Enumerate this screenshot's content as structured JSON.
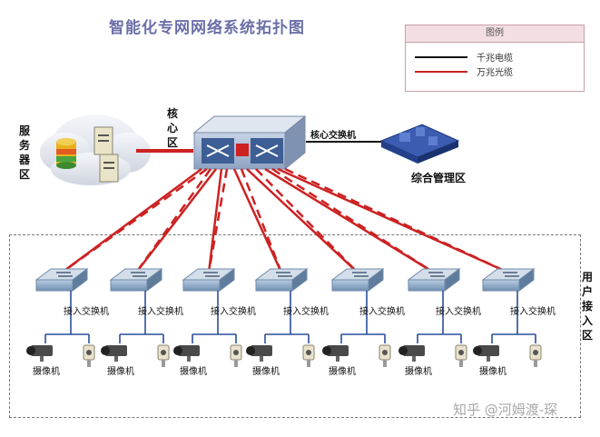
{
  "title": "智能化专网网络系统拓扑图",
  "legend": {
    "title": "图例",
    "items": [
      {
        "label": "千兆电缆",
        "color": "#111111"
      },
      {
        "label": "万兆光缆",
        "color": "#cc2222"
      }
    ]
  },
  "labels": {
    "server_zone": "服务器区",
    "core_zone": "核心区",
    "core_switch": "核心交换机",
    "management_zone": "综合管理区",
    "user_access_zone": "用户接入区",
    "access_switch": "接入交换机",
    "camera": "摄像机"
  },
  "access_switches": [
    {
      "label": "接入交换机",
      "camera_label": "摄像机"
    },
    {
      "label": "接入交换机",
      "camera_label": "摄像机"
    },
    {
      "label": "接入交换机",
      "camera_label": "摄像机"
    },
    {
      "label": "接入交换机",
      "camera_label": "摄像机"
    },
    {
      "label": "接入交换机",
      "camera_label": "摄像机"
    },
    {
      "label": "接入交换机",
      "camera_label": "摄像机"
    },
    {
      "label": "接入交换机",
      "camera_label": "摄像机"
    }
  ],
  "watermark": "知乎 @河姆渡-琛",
  "colors": {
    "fiber": "#cc2222",
    "copper": "#111111",
    "switch": "#8aa6c4",
    "management": "#2f4f9e",
    "cloud": "#dde2ea"
  }
}
